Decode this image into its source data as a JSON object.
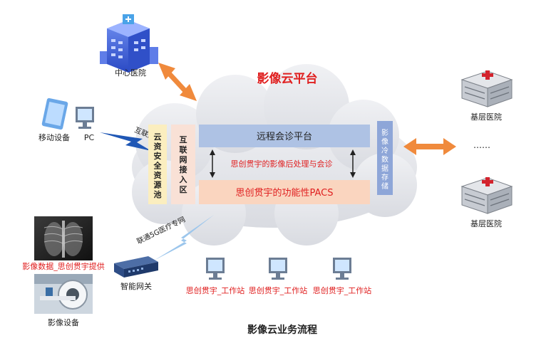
{
  "platform_title": "影像云平台",
  "footer_title": "影像云业务流程",
  "nodes": {
    "center_hospital": "中心医院",
    "mobile_device": "移动设备",
    "pc": "PC",
    "internet_link": "互联网",
    "cloud_security_pool": "云资安全资源池",
    "internet_access_zone": "互联网接入区",
    "remote_consult": "远程会诊平台",
    "post_processing": "思创贯宇的影像后处理与会诊",
    "functional_pacs": "思创贯宇的功能性PACS",
    "cold_storage": "影像冷数据存储",
    "primary_hospital_top": "基层医院",
    "ellipsis": "……",
    "primary_hospital_bottom": "基层医院",
    "network_5g": "联通5G医疗专网",
    "imaging_data": "影像数据_思创贯宇提供",
    "smart_gateway": "智能网关",
    "imaging_device": "影像设备",
    "workstations": [
      "思创贯宇_工作站",
      "思创贯宇_工作站",
      "思创贯宇_工作站"
    ]
  },
  "colors": {
    "title_red": "#e02020",
    "remote_box": "#aec2e4",
    "pacs_box": "#fad5bf",
    "storage_box": "#8ea6d8",
    "security_box": "#fbeebf",
    "arrow_orange": "#f08a3c",
    "lightning_blue": "#1f57b5",
    "lightning_light": "#9cc6ec"
  }
}
